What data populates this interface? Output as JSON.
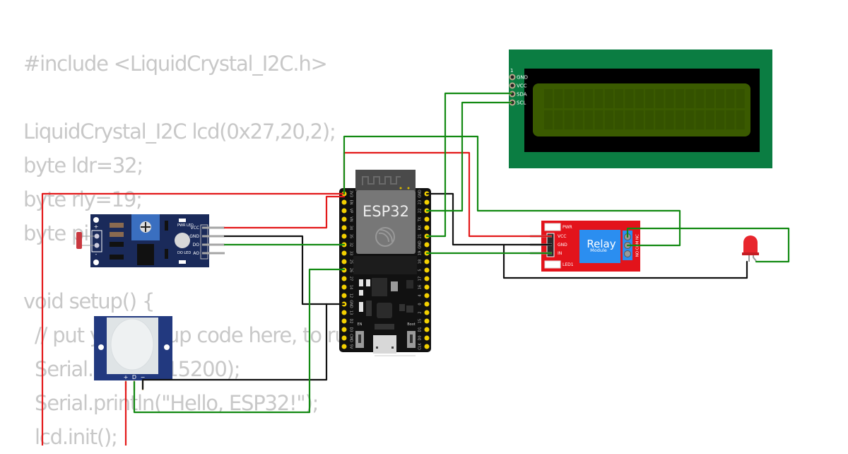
{
  "background_code": {
    "lines": [
      "#include <LiquidCrystal_I2C.h>",
      "",
      "LiquidCrystal_I2C lcd(0x27,20,2);",
      "byte ldr=32;",
      "byte rly=19;",
      "byte pir=25;",
      "",
      "void setup() {",
      "  // put your setup code here, to run once:",
      "  Serial.begin(115200);",
      "  Serial.println(\"Hello, ESP32!\");",
      "  lcd.init();"
    ]
  },
  "esp32": {
    "label": "ESP32",
    "left_pins": [
      "3V3",
      "EN",
      "VP",
      "VN",
      "34",
      "35",
      "32",
      "33",
      "25",
      "26",
      "27",
      "14",
      "12",
      "GND",
      "13",
      "D2",
      "D3",
      "CMD",
      "5V"
    ],
    "right_pins": [
      "GND",
      "23",
      "22",
      "TX",
      "RX",
      "21",
      "GND",
      "19",
      "18",
      "5",
      "17",
      "16",
      "4",
      "0",
      "2",
      "15",
      "D1",
      "D0",
      "CLK"
    ],
    "buttons": {
      "en": "EN",
      "boot": "Boot"
    }
  },
  "lcd": {
    "pin_index": "1",
    "pins": [
      "GND",
      "VCC",
      "SDA",
      "SCL"
    ]
  },
  "ldr_module": {
    "pins": [
      "VCC",
      "GND",
      "DO",
      "AO"
    ],
    "leds": [
      "PWR LED",
      "DO LED"
    ],
    "plus": "+",
    "minus": "-"
  },
  "pir_sensor": {
    "pins": [
      "+",
      "D",
      "−"
    ]
  },
  "relay_module": {
    "title": "Relay",
    "subtitle": "Module",
    "pins": [
      "VCC",
      "GND",
      "IN"
    ],
    "leds": [
      "PWR",
      "LED1"
    ],
    "terminals": [
      "NC",
      "COM",
      "NO"
    ]
  },
  "led": {
    "color": "#e8262d"
  },
  "wire_colors": {
    "power": "#e3191a",
    "ground": "#111111",
    "signal": "#138a13"
  }
}
